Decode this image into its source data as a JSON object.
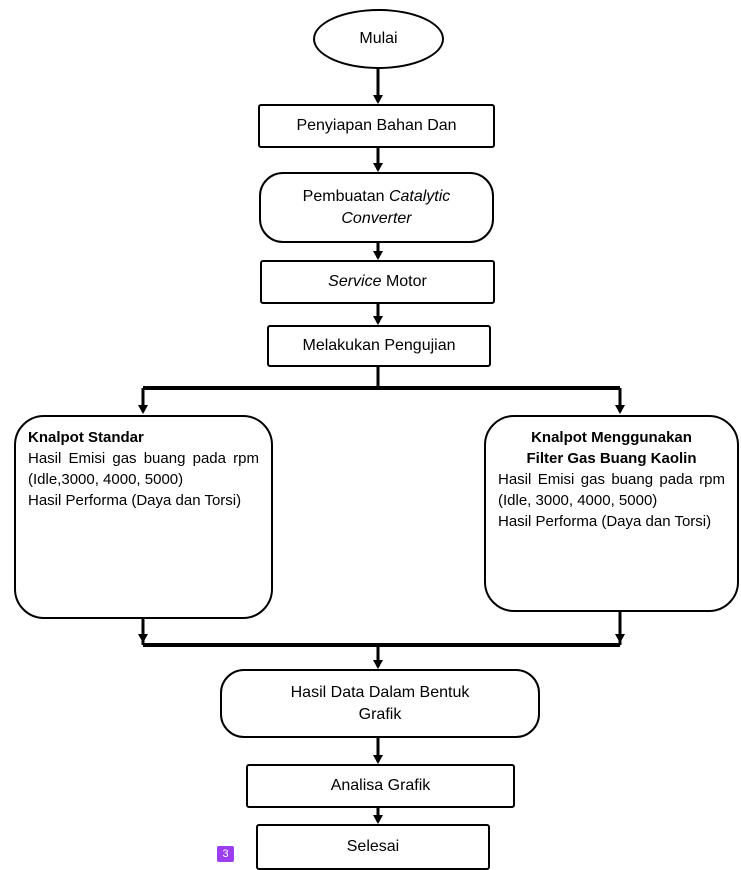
{
  "flowchart": {
    "start": "Mulai",
    "step1": "Penyiapan Bahan Dan",
    "step2_prefix": "Pembuatan ",
    "step2_italic": "Catalytic",
    "step2_line2": "Converter",
    "step3_italic": "Service",
    "step3_suffix": " Motor",
    "step4": "Melakukan Pengujian",
    "left_branch": {
      "title": "Knalpot Standar",
      "line1": "Hasil Emisi gas buang pada rpm (Idle,3000, 4000, 5000)",
      "line2": "Hasil Performa (Daya dan Torsi)"
    },
    "right_branch": {
      "title1": "Knalpot Menggunakan",
      "title2": "Filter Gas Buang Kaolin",
      "line1": "Hasil Emisi gas buang pada rpm (Idle, 3000, 4000, 5000)",
      "line2": "Hasil Performa (Daya dan Torsi)"
    },
    "step5_line1": "Hasil Data Dalam Bentuk",
    "step5_line2": "Grafik",
    "step6": "Analisa Grafik",
    "end": "Selesai"
  },
  "badge": "3"
}
